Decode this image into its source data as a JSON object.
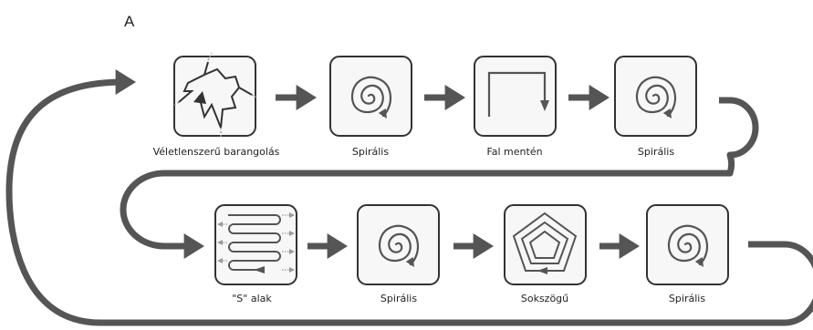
{
  "panel_label": "A",
  "colors": {
    "stroke": "#333333",
    "arrow": "#555555",
    "dash": "#9a9a9a",
    "box_fill": "#f7f7f7"
  },
  "steps": [
    {
      "label": "Véletlenszerű barangolás",
      "icon": "random-walk-icon"
    },
    {
      "label": "Spirális",
      "icon": "spiral-icon"
    },
    {
      "label": "Fal mentén",
      "icon": "wall-follow-icon"
    },
    {
      "label": "Spirális",
      "icon": "spiral-icon"
    },
    {
      "label": "\"S\" alak",
      "icon": "s-shape-icon"
    },
    {
      "label": "Spirális",
      "icon": "spiral-icon"
    },
    {
      "label": "Sokszögű",
      "icon": "polygon-icon"
    },
    {
      "label": "Spirális",
      "icon": "spiral-icon"
    }
  ]
}
